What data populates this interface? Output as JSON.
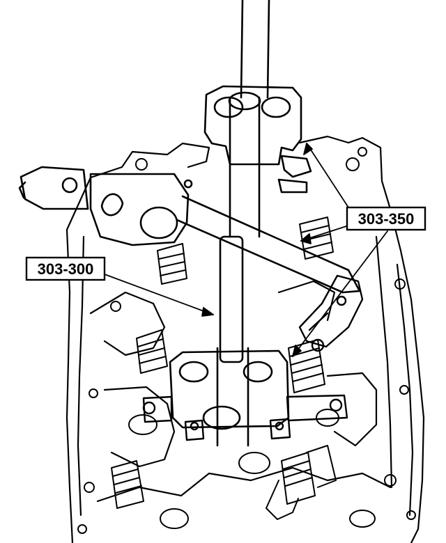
{
  "callouts": [
    {
      "id": "tool-303-350",
      "text": "303-350"
    },
    {
      "id": "tool-303-300",
      "text": "303-300"
    }
  ],
  "colors": {
    "ink": "#000000",
    "paper": "#ffffff"
  }
}
